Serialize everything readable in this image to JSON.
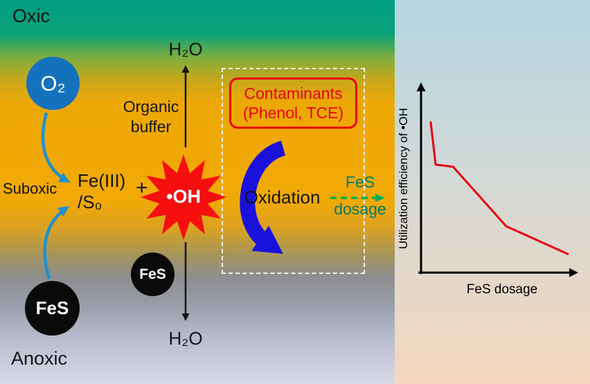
{
  "diagram": {
    "zones": {
      "oxic": "Oxic",
      "suboxic": "Suboxic",
      "anoxic": "Anoxic"
    },
    "species": {
      "o2": "O₂",
      "h2o_top": "H₂O",
      "h2o_bottom": "H₂O",
      "fe_iii": "Fe(III)",
      "s0": "/S₀",
      "plus": "+",
      "hydroxyl_radical": "•OH",
      "fes_middle": "FeS",
      "fes_bottom": "FeS"
    },
    "labels": {
      "organic_buffer": "Organic buffer",
      "oxidation": "Oxidation",
      "fes_dosage_top": "FeS",
      "fes_dosage_bottom": "dosage"
    },
    "contaminants_box": {
      "line1": "Contaminants",
      "line2": "(Phenol, TCE)"
    },
    "colors": {
      "contaminant_red": "#e8000d",
      "starburst_red": "#f50f0f",
      "oxidation_arrow_blue": "#1a10dc",
      "flow_arrow_blue": "#1e90d0",
      "o2_circle_blue": "#1472bd",
      "fes_circle_black": "#0a0a0a",
      "dosage_arrow_green": "#00b050",
      "dosage_text_teal": "#007a68"
    }
  },
  "chart_data": {
    "type": "line",
    "title": "",
    "xlabel": "FeS dosage",
    "ylabel": "Utilization efficiency of •OH",
    "x": [
      0.01,
      0.045,
      0.17,
      0.55,
      0.99
    ],
    "y": [
      0.82,
      0.585,
      0.573,
      0.242,
      0.088
    ],
    "x_range": [
      0,
      1
    ],
    "y_range": [
      0,
      1
    ],
    "line_color": "#e8000d",
    "legend": "none",
    "grid": false,
    "axes_style": "arrows, no ticks, no tick labels"
  }
}
